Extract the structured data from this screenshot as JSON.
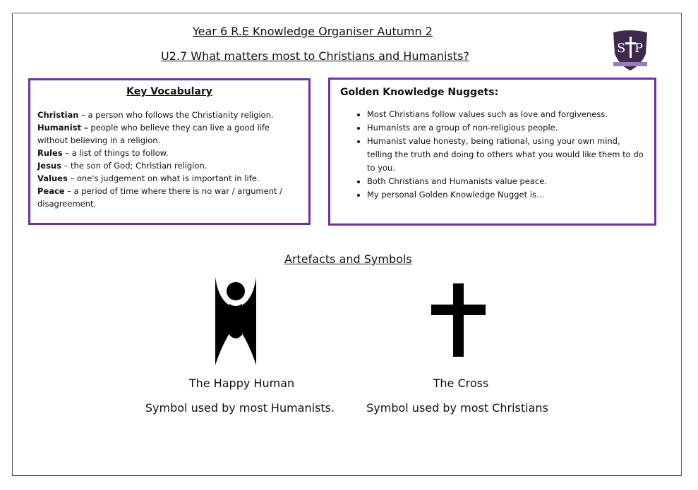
{
  "header": {
    "title": "Year 6 R.E Knowledge Organiser Autumn 2",
    "subtitle": "U2.7 What matters most to Christians and Humanists?",
    "logo_text": "SP"
  },
  "vocabulary": {
    "heading": "Key Vocabulary",
    "items": [
      {
        "term": "Christian",
        "def": " – a person who follows the Christianity religion."
      },
      {
        "term": "Humanist –",
        "def": " people who believe they can live a good life without believing in a religion."
      },
      {
        "term": "Rules",
        "def": " – a list of things to follow."
      },
      {
        "term": "Jesus",
        "def": " – the son of God; Christian religion."
      },
      {
        "term": "Values",
        "def": " – one's judgement on what is important in life."
      },
      {
        "term": "Peace",
        "def": " – a period of time where there is no war / argument / disagreement."
      }
    ]
  },
  "nuggets": {
    "heading": "Golden Knowledge Nuggets:",
    "items": [
      "Most Christians follow values such as love and forgiveness.",
      "Humanists are a group of non-religious people.",
      "Humanist value honesty, being rational, using your own mind, telling the truth and doing to others what you would like them to do to you.",
      "Both Christians and Humanists value peace.",
      "My personal Golden Knowledge Nugget is…"
    ]
  },
  "artefacts": {
    "heading": "Artefacts and Symbols",
    "symbols": [
      {
        "name": "The Happy Human",
        "desc": "Symbol used by most Humanists."
      },
      {
        "name": "The Cross",
        "desc": "Symbol used by most Christians"
      }
    ]
  },
  "colors": {
    "accent": "#7030a0"
  }
}
